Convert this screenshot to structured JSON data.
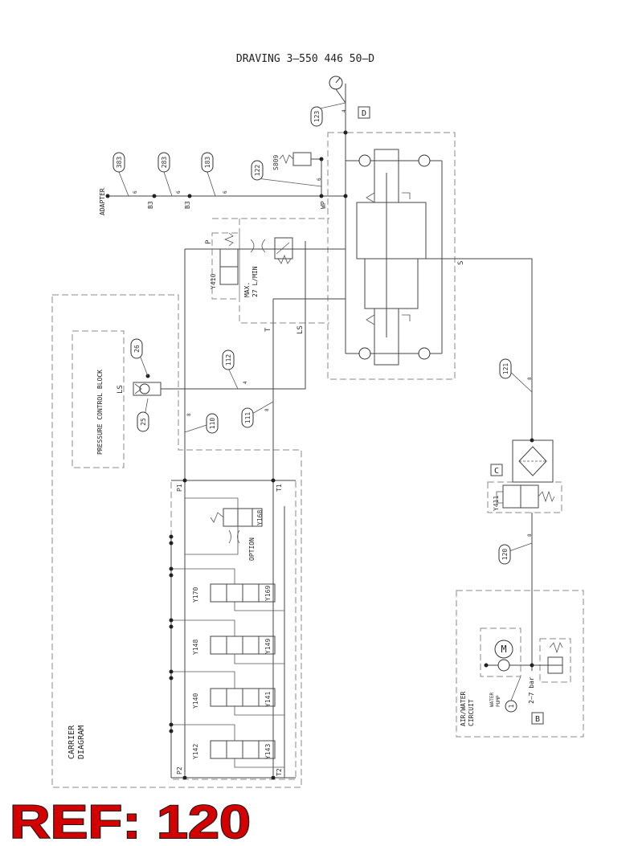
{
  "drawing": {
    "title": "DRAVING 3—550 446 50—D",
    "ref_label": "REF: 120",
    "blocks": {
      "carrier": "CARRIER\nDIAGRAM",
      "pressure_control": "PRESSURE CONTROL BLOCK",
      "air_water": "AIR/WATER\nCIRCUIT",
      "water_pump": "WATER\nPUMP",
      "option": "OPTION",
      "adapter": "ADAPTER",
      "max_flow": "MAX.\n27 L/MIN",
      "pressure_range": "2—7 bar",
      "motor": "M"
    },
    "balloons": [
      "383",
      "283",
      "183",
      "122",
      "123",
      "112",
      "26",
      "25",
      "110",
      "111",
      "121",
      "120",
      "1"
    ],
    "box_letters": [
      "D",
      "C",
      "B"
    ],
    "ports": [
      "P",
      "T",
      "LS",
      "LS",
      "WP",
      "S",
      "P1",
      "T1",
      "P2",
      "T2",
      "B3",
      "B3"
    ],
    "valves": [
      "Y410",
      "Y411",
      "Y168",
      "Y169",
      "Y170",
      "Y148",
      "Y149",
      "Y140",
      "Y141",
      "Y142",
      "Y143",
      "S809"
    ],
    "hose_sizes": [
      "6",
      "6",
      "6",
      "6",
      "4",
      "4",
      "8",
      "8",
      "8",
      "8"
    ]
  }
}
